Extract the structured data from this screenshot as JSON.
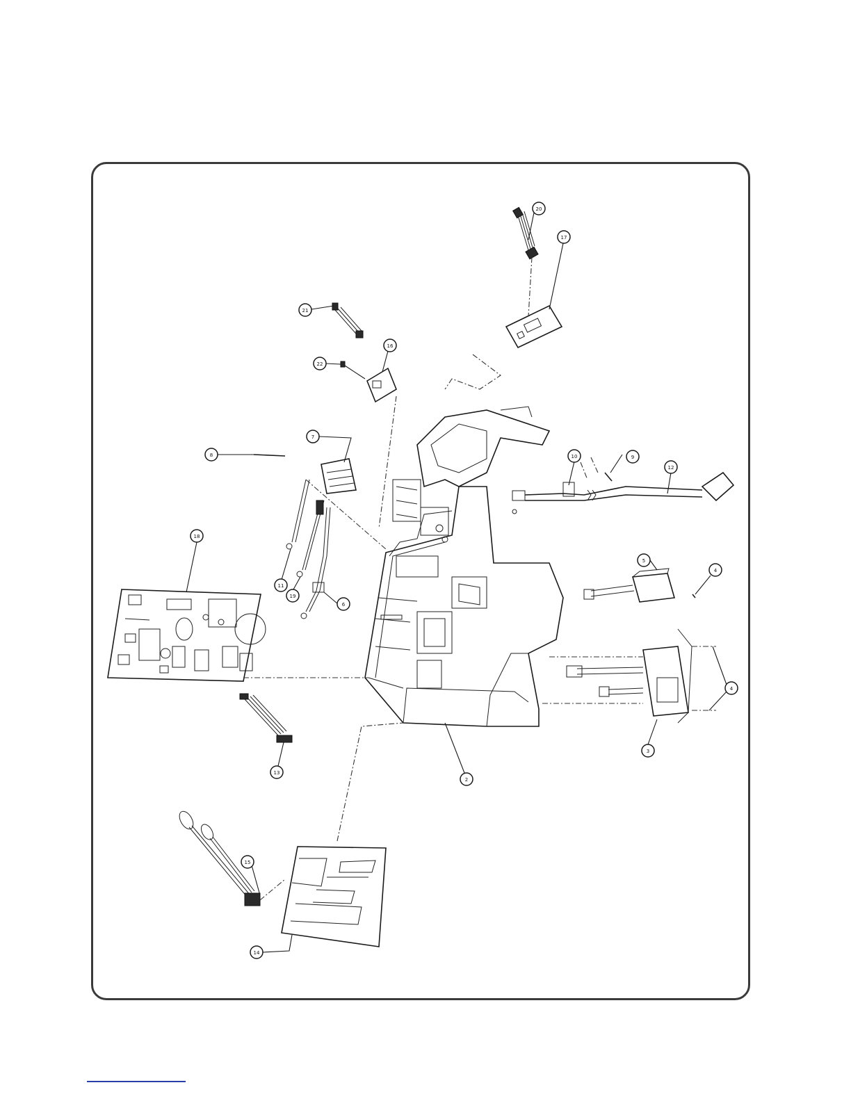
{
  "diagram": {
    "type": "exploded-parts-view",
    "border_color": "#3a3a3a",
    "footer_rule_color": "#2b3fa8",
    "callouts": [
      {
        "id": "c20",
        "label": "20"
      },
      {
        "id": "c17",
        "label": "17"
      },
      {
        "id": "c21",
        "label": "21"
      },
      {
        "id": "c22",
        "label": "22"
      },
      {
        "id": "c16",
        "label": "16"
      },
      {
        "id": "c7",
        "label": "7"
      },
      {
        "id": "c8",
        "label": "8"
      },
      {
        "id": "c10",
        "label": "10"
      },
      {
        "id": "c9",
        "label": "9"
      },
      {
        "id": "c12",
        "label": "12"
      },
      {
        "id": "c18",
        "label": "18"
      },
      {
        "id": "c11",
        "label": "11"
      },
      {
        "id": "c19",
        "label": "19"
      },
      {
        "id": "c6",
        "label": "6"
      },
      {
        "id": "c5",
        "label": "5"
      },
      {
        "id": "c4",
        "label": "4"
      },
      {
        "id": "c3",
        "label": "3"
      },
      {
        "id": "c2",
        "label": "2"
      },
      {
        "id": "c13",
        "label": "13"
      },
      {
        "id": "c15",
        "label": "15"
      },
      {
        "id": "c14",
        "label": "14"
      }
    ]
  }
}
